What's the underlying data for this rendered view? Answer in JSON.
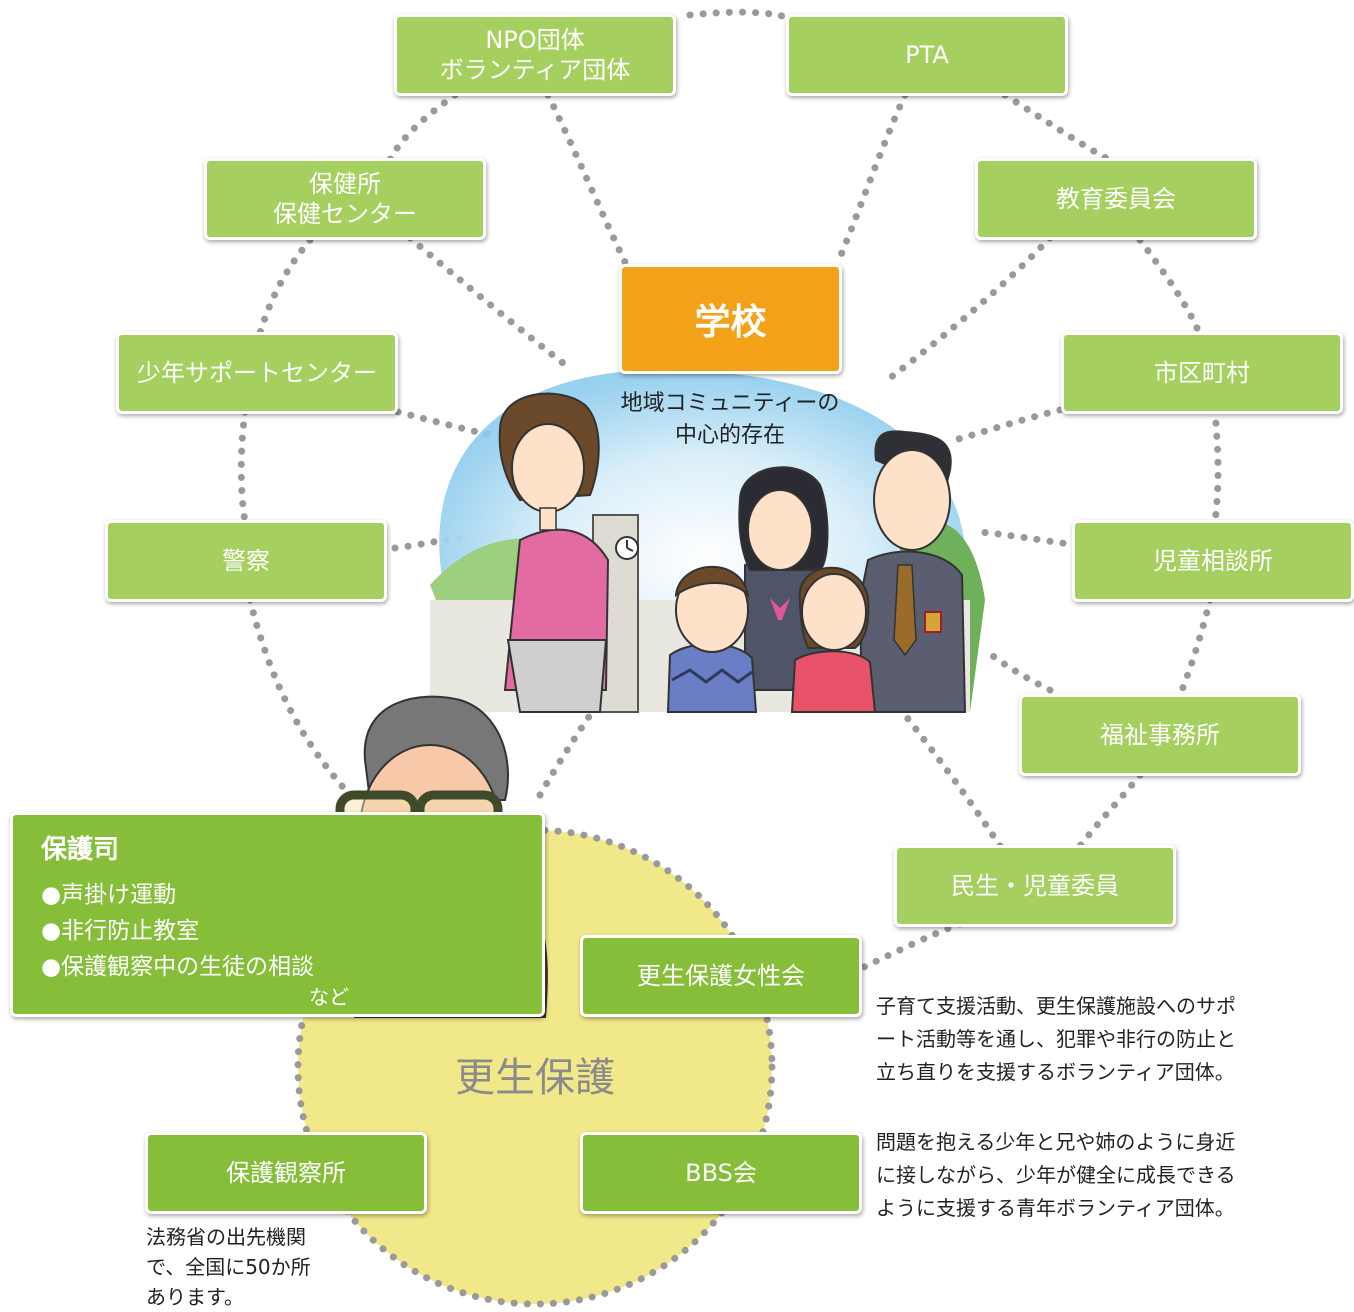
{
  "center": {
    "title": "学校",
    "subtitle_lines": [
      "地域コミュニティーの",
      "中心的存在"
    ]
  },
  "nodes": {
    "npo": [
      "NPO団体",
      "ボランティア団体"
    ],
    "pta": [
      "PTA"
    ],
    "hokenjo": [
      "保健所",
      "保健センター"
    ],
    "kyoiku": [
      "教育委員会"
    ],
    "shonen_support": [
      "少年サポートセンター"
    ],
    "shikuchoson": [
      "市区町村"
    ],
    "keisatsu": [
      "警察"
    ],
    "jido_sodan": [
      "児童相談所"
    ],
    "fukushi": [
      "福祉事務所"
    ],
    "minsei": [
      "民生・児童委員"
    ],
    "kosei_josei": [
      "更生保護女性会"
    ],
    "hogo_kansatsu": [
      "保護観察所"
    ],
    "bbs": [
      "BBS会"
    ]
  },
  "hogoshi": {
    "title": "保護司",
    "items": [
      "●声掛け運動",
      "●非行防止教室",
      "●保護観察中の生徒の相談"
    ],
    "etc": "など"
  },
  "kosei_hogo_label": "更生保護",
  "notes": {
    "josei": [
      "子育て支援活動、更生保護施設へのサポ",
      "ート活動等を通し、犯罪や非行の防止と",
      "立ち直りを支援するボランティア団体。"
    ],
    "bbs": [
      "問題を抱える少年と兄や姉のように身近",
      "に接しながら、少年が健全に成長できる",
      "ように支援する青年ボランティア団体。"
    ],
    "kansatsu": [
      "法務省の出先機関",
      "で、全国に50か所",
      "あります。"
    ]
  },
  "colors": {
    "green_light": "#a5cf5f",
    "green_dark": "#86be3a",
    "orange": "#f4a11a",
    "yellow_circle": "#f1e88a",
    "dots": "#9a9a9a",
    "sky_top": "#7fc4ea"
  }
}
